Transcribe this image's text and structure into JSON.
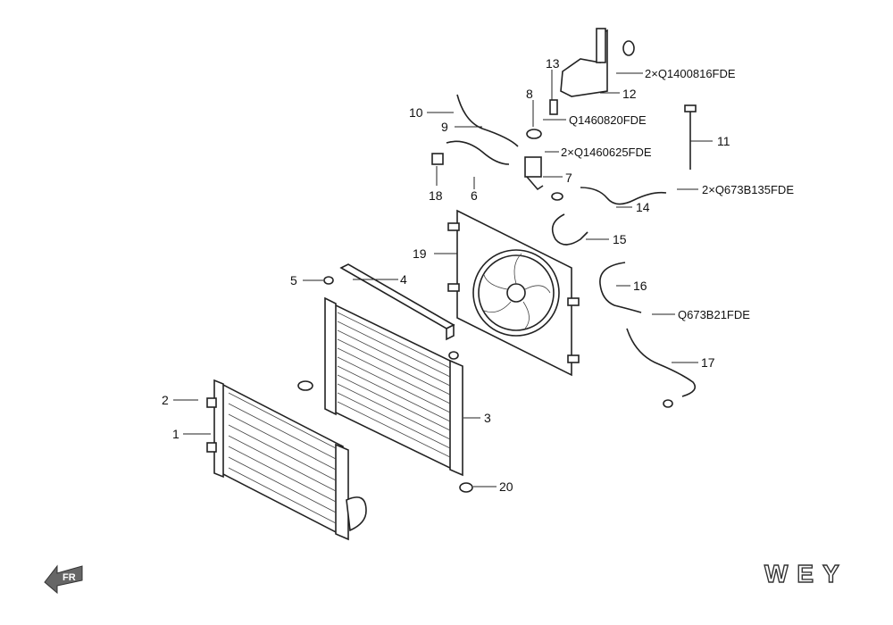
{
  "diagram": {
    "callouts": [
      {
        "id": "1",
        "text": "1"
      },
      {
        "id": "2",
        "text": "2"
      },
      {
        "id": "3",
        "text": "3"
      },
      {
        "id": "4",
        "text": "4"
      },
      {
        "id": "5",
        "text": "5"
      },
      {
        "id": "6",
        "text": "6"
      },
      {
        "id": "7",
        "text": "7"
      },
      {
        "id": "8",
        "text": "8"
      },
      {
        "id": "9",
        "text": "9"
      },
      {
        "id": "10",
        "text": "10"
      },
      {
        "id": "11",
        "text": "11"
      },
      {
        "id": "12",
        "text": "12"
      },
      {
        "id": "13",
        "text": "13"
      },
      {
        "id": "14",
        "text": "14"
      },
      {
        "id": "15",
        "text": "15"
      },
      {
        "id": "16",
        "text": "16"
      },
      {
        "id": "17",
        "text": "17"
      },
      {
        "id": "18",
        "text": "18"
      },
      {
        "id": "19",
        "text": "19"
      },
      {
        "id": "20",
        "text": "20"
      }
    ],
    "part_numbers": [
      {
        "id": "q1400816",
        "text": "2×Q1400816FDE"
      },
      {
        "id": "q1460820",
        "text": "Q1460820FDE"
      },
      {
        "id": "q1460625",
        "text": "2×Q1460625FDE"
      },
      {
        "id": "q673b135",
        "text": "2×Q673B135FDE"
      },
      {
        "id": "q673b21",
        "text": "Q673B21FDE"
      }
    ],
    "direction_badge": "FR",
    "brand": "WEY"
  }
}
